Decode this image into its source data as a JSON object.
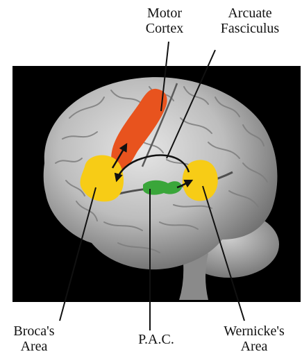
{
  "labels": {
    "motor_cortex": [
      "Motor",
      "Cortex"
    ],
    "arcuate_fasciculus": [
      "Arcuate",
      "Fasciculus"
    ],
    "brocas_area": [
      "Broca's",
      "Area"
    ],
    "pac": [
      "P.A.C."
    ],
    "wernickes_area": [
      "Wernicke's",
      "Area"
    ]
  },
  "colors": {
    "background_panel": "#000000",
    "brain": "#c9c9c9",
    "brain_shadow": "#8e8e8e",
    "motor_cortex": "#e8531e",
    "brocas_area": "#f7cc16",
    "wernickes_area": "#f7cc16",
    "pac": "#3aa63a",
    "leader_lines": "#111111"
  }
}
